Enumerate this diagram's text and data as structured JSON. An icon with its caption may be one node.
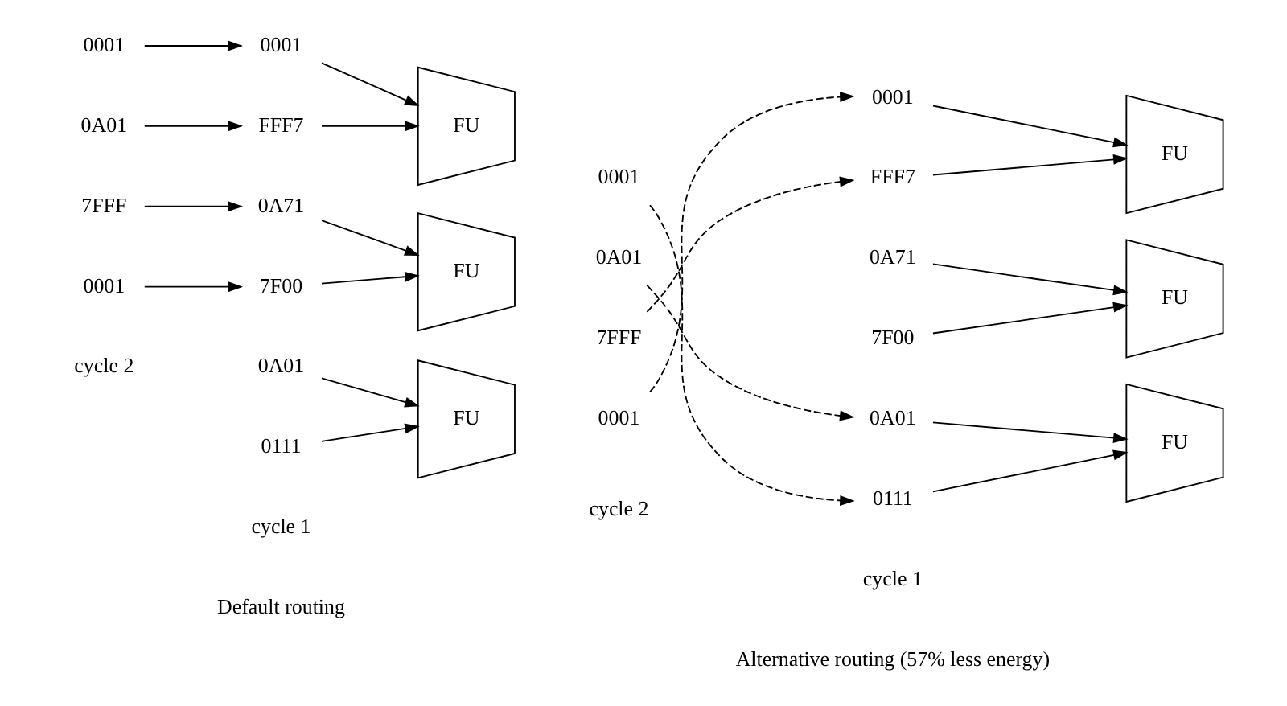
{
  "diagram": {
    "nodes": [
      {
        "text": [
          "0001"
        ]
      },
      {
        "text": [
          "0A01"
        ]
      },
      {
        "text": [
          "7FFF"
        ]
      },
      {
        "text": [
          "0001"
        ]
      },
      {
        "text": [
          "0001"
        ]
      },
      {
        "text": [
          "FFF7"
        ]
      },
      {
        "text": [
          "0A71"
        ]
      },
      {
        "text": [
          "7F00"
        ]
      },
      {
        "text": [
          "0A01"
        ]
      },
      {
        "text": [
          "0111"
        ]
      },
      {
        "text": [
          "FU"
        ]
      },
      {
        "text": [
          "FU"
        ]
      },
      {
        "text": [
          "FU"
        ]
      },
      {
        "text": [
          "0001"
        ]
      },
      {
        "text": [
          "0A01"
        ]
      },
      {
        "text": [
          "7FFF"
        ]
      },
      {
        "text": [
          "0001"
        ]
      },
      {
        "text": [
          "0001"
        ]
      },
      {
        "text": [
          "FFF7"
        ]
      },
      {
        "text": [
          "0A71"
        ]
      },
      {
        "text": [
          "7F00"
        ]
      },
      {
        "text": [
          "0A01"
        ]
      },
      {
        "text": [
          "0111"
        ]
      },
      {
        "text": [
          "FU"
        ]
      },
      {
        "text": [
          "FU"
        ]
      },
      {
        "text": [
          "FU"
        ]
      }
    ],
    "edges": [
      {
        "from": 0,
        "to": 4,
        "arrow": "to"
      },
      {
        "from": 1,
        "to": 5,
        "arrow": "to"
      },
      {
        "from": 2,
        "to": 6,
        "arrow": "to"
      },
      {
        "from": 3,
        "to": 7,
        "arrow": "to"
      },
      {
        "from": 4,
        "to": 10,
        "arrow": "to"
      },
      {
        "from": 5,
        "to": 10,
        "arrow": "to"
      },
      {
        "from": 6,
        "to": 11,
        "arrow": "to"
      },
      {
        "from": 7,
        "to": 11,
        "arrow": "to"
      },
      {
        "from": 8,
        "to": 12,
        "arrow": "to"
      },
      {
        "from": 9,
        "to": 12,
        "arrow": "to"
      },
      {
        "from": 13,
        "to": 22,
        "arrow": "to",
        "style": "dashed"
      },
      {
        "from": 14,
        "to": 21,
        "arrow": "to",
        "style": "dashed"
      },
      {
        "from": 15,
        "to": 18,
        "arrow": "to",
        "style": "dashed"
      },
      {
        "from": 16,
        "to": 17,
        "arrow": "to",
        "style": "dashed"
      },
      {
        "from": 17,
        "to": 23,
        "arrow": "to"
      },
      {
        "from": 18,
        "to": 23,
        "arrow": "to"
      },
      {
        "from": 19,
        "to": 24,
        "arrow": "to"
      },
      {
        "from": 20,
        "to": 24,
        "arrow": "to"
      },
      {
        "from": 21,
        "to": 25,
        "arrow": "to"
      },
      {
        "from": 22,
        "to": 25,
        "arrow": "to"
      }
    ],
    "labels": [
      "cycle 2",
      "cycle 1",
      "cycle 2",
      "cycle 1",
      "Default routing",
      "Alternative routing (57% less energy)"
    ]
  }
}
